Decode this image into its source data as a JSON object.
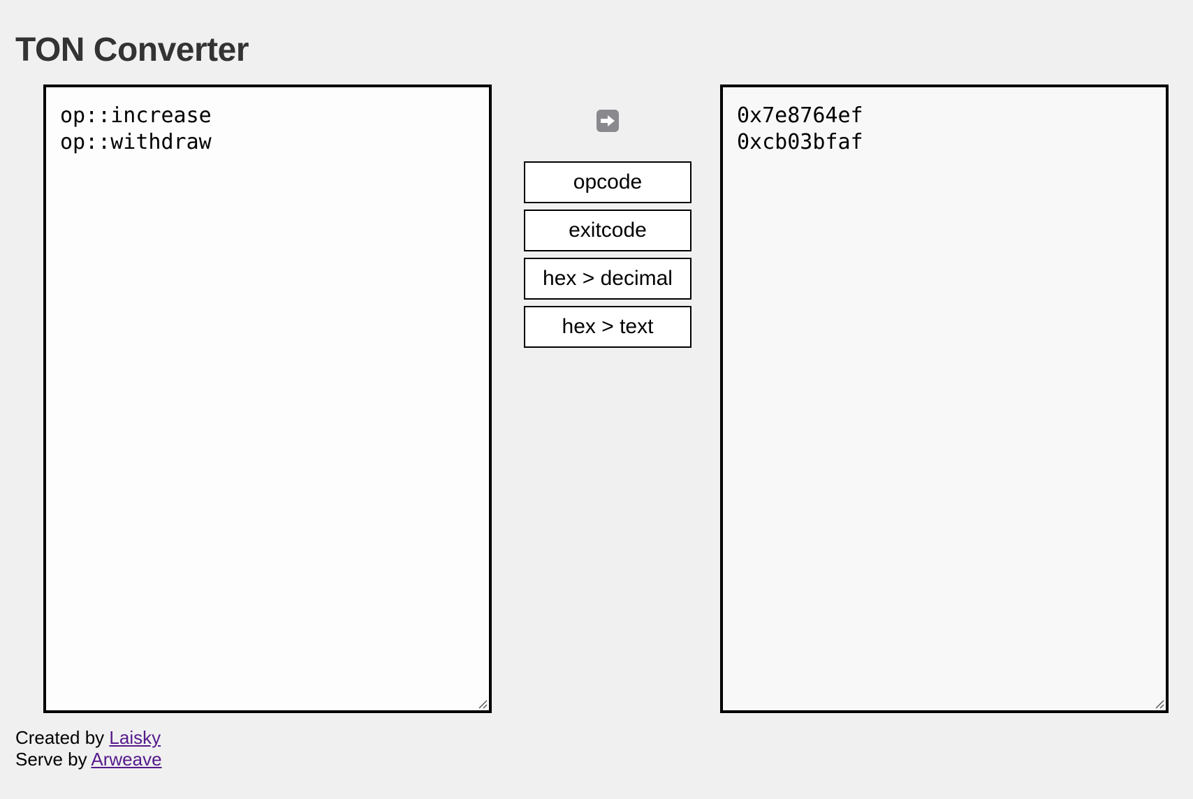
{
  "header": {
    "title": "TON Converter"
  },
  "input": {
    "lines": "op::increase\nop::withdraw"
  },
  "output": {
    "lines": "0x7e8764ef\n0xcb03bfaf"
  },
  "convert_icon": "right-arrow-icon",
  "buttons": [
    {
      "label": "opcode"
    },
    {
      "label": "exitcode"
    },
    {
      "label": "hex > decimal"
    },
    {
      "label": "hex > text"
    }
  ],
  "footer": {
    "created_prefix": "Created by ",
    "created_link": "Laisky",
    "serve_prefix": "Serve by ",
    "serve_link": "Arweave"
  },
  "colors": {
    "background": "#f0f0f0",
    "link": "#551a8b",
    "title": "#333333"
  }
}
